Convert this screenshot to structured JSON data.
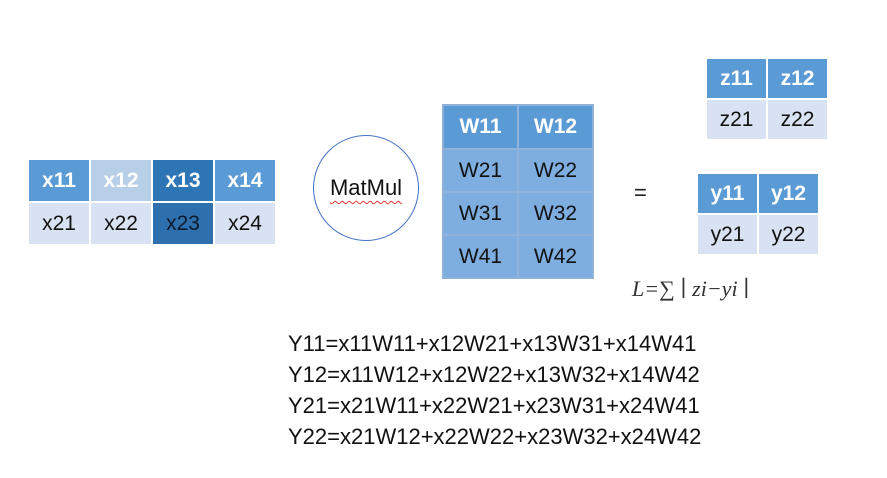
{
  "x_matrix": {
    "header": [
      "x11",
      "x12",
      "x13",
      "x14"
    ],
    "body": [
      "x21",
      "x22",
      "x23",
      "x24"
    ]
  },
  "operator": {
    "label": "MatMul"
  },
  "w_matrix": {
    "rows": [
      [
        "W11",
        "W12"
      ],
      [
        "W21",
        "W22"
      ],
      [
        "W31",
        "W32"
      ],
      [
        "W41",
        "W42"
      ]
    ]
  },
  "equals": "=",
  "z_matrix": {
    "header": [
      "z11",
      "z12"
    ],
    "body": [
      "z21",
      "z22"
    ]
  },
  "y_matrix": {
    "header": [
      "y11",
      "y12"
    ],
    "body": [
      "y21",
      "y22"
    ]
  },
  "loss_formula": "L=∑ ∣ zi−yi ∣",
  "equations": [
    "Y11=x11W11+x12W21+x13W31+x14W41",
    "Y12=x11W12+x12W22+x13W32+x14W42",
    "Y21=x21W11+x22W21+x23W31+x24W41",
    "Y22=x21W12+x22W22+x23W32+x24W42"
  ],
  "colors": {
    "header_blue": "#5b9bd5",
    "highlight_dark": "#2e75b6",
    "highlight_light": "#b8cfe8",
    "body_pale": "#d9e2f2",
    "w_body": "#7eaee0",
    "circle_border": "#4472c4"
  }
}
